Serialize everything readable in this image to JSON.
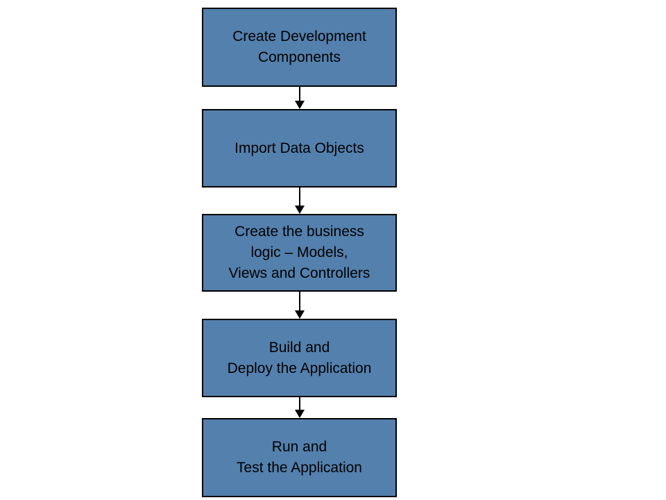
{
  "diagram": {
    "type": "flowchart",
    "background": "#ffffff",
    "colors": {
      "box_fill": "#5480AD",
      "box_border": "#000000",
      "text": "#000000",
      "arrow": "#000000"
    },
    "steps": [
      {
        "label": "Create Development\nComponents"
      },
      {
        "label": "Import Data Objects"
      },
      {
        "label": "Create the business\nlogic – Models,\nViews and Controllers"
      },
      {
        "label": "Build and\nDeploy the Application"
      },
      {
        "label": "Run and\nTest the Application"
      }
    ]
  }
}
